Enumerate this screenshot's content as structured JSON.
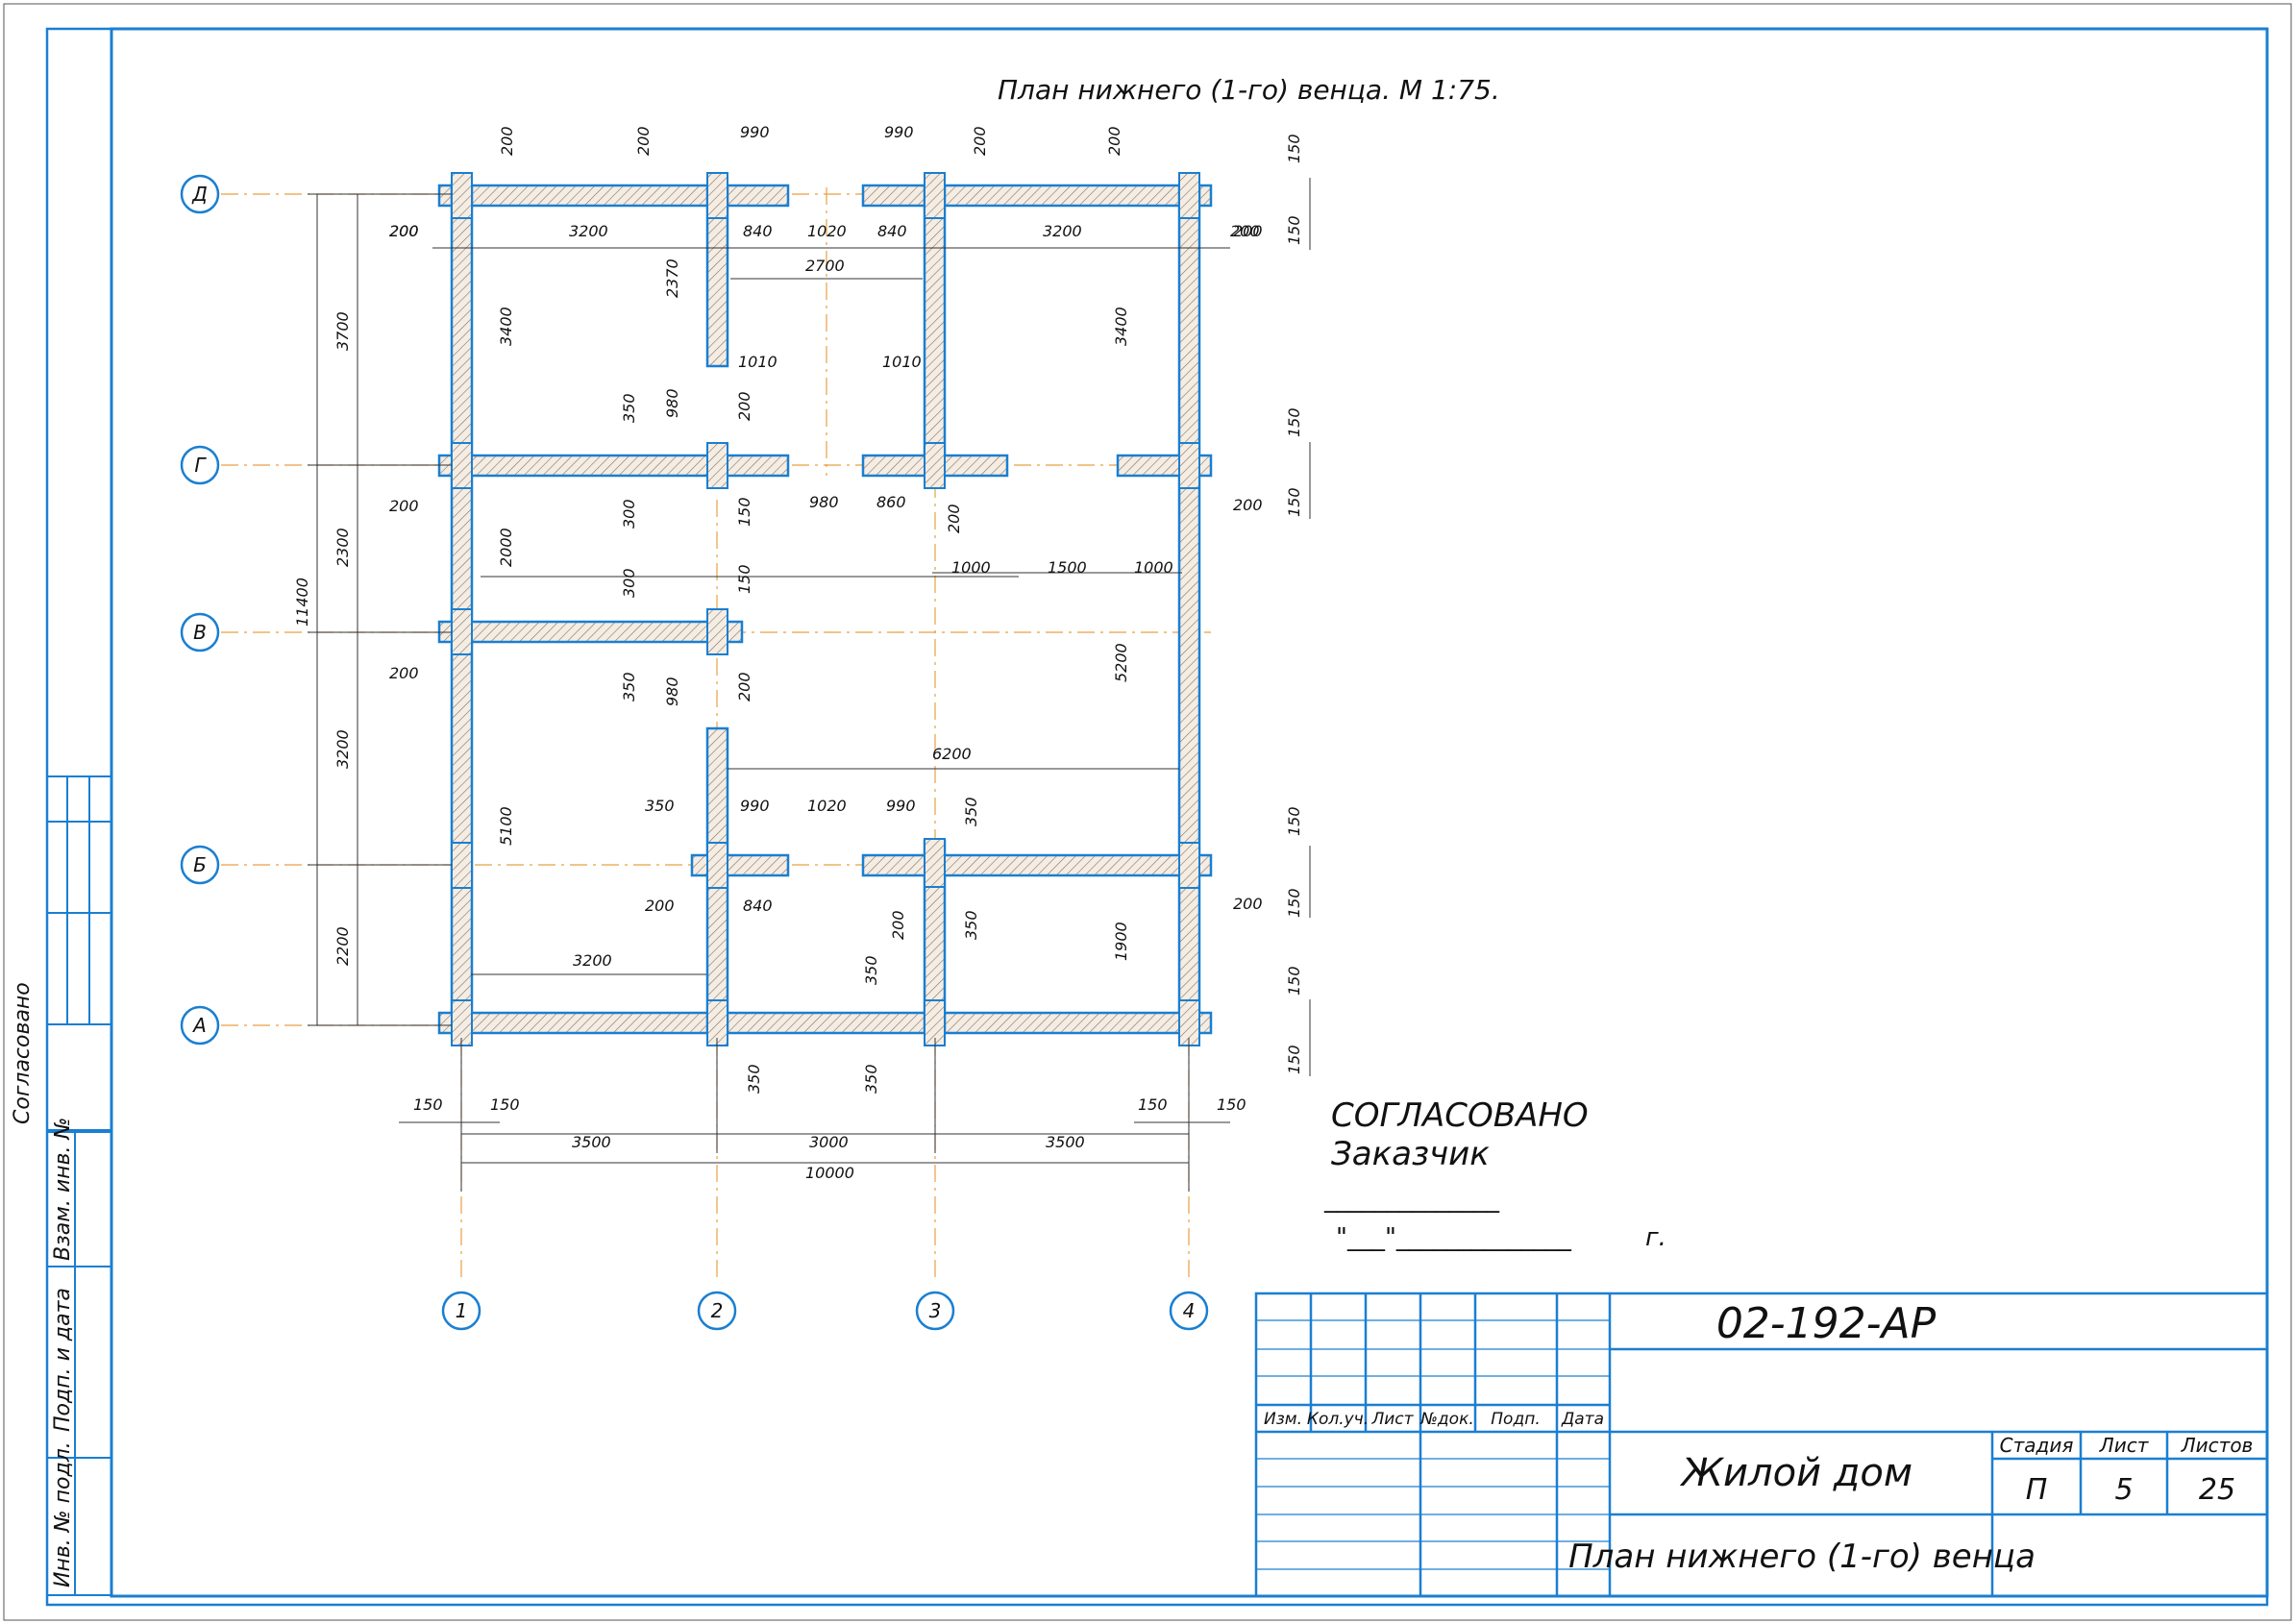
{
  "drawing_title": "План нижнего (1-го) венца. М 1:75.",
  "axes": {
    "rows": [
      "Д",
      "Г",
      "В",
      "Б",
      "А"
    ],
    "columns": [
      "1",
      "2",
      "3",
      "4"
    ]
  },
  "dimensions": {
    "left_outer": "11400",
    "left_inner": [
      "3700",
      "2300",
      "3200",
      "2200"
    ],
    "bottom_spans": [
      "3500",
      "3000",
      "3500"
    ],
    "bottom_total": "10000",
    "bottom_offsets": [
      "150",
      "150",
      "150",
      "150"
    ],
    "top_row": [
      "200",
      "200",
      "990",
      "990",
      "200",
      "200"
    ],
    "row_d": [
      "200",
      "3200",
      "840",
      "1020",
      "840",
      "3200",
      "200"
    ],
    "misc": [
      "2700",
      "2370",
      "3400",
      "3400",
      "1010",
      "1010",
      "350",
      "980",
      "200",
      "300",
      "150",
      "980",
      "860",
      "200",
      "200",
      "1000",
      "1500",
      "1000",
      "2000",
      "5200",
      "300",
      "150",
      "350",
      "980",
      "200",
      "200",
      "6200",
      "350",
      "990",
      "1020",
      "990",
      "350",
      "200",
      "840",
      "5100",
      "200",
      "350",
      "3200",
      "350",
      "1900",
      "350",
      "350",
      "150",
      "150",
      "150",
      "150",
      "150",
      "150",
      "150",
      "150",
      "200",
      "200",
      "200",
      "200"
    ]
  },
  "approval": {
    "title": "СОГЛАСОВАНО",
    "subtitle": "Заказчик",
    "line1": "______________",
    "date_line": "\"___\"______________",
    "year_suffix": "г."
  },
  "side_stamp": {
    "agreed": "Согласовано",
    "inv_vzam": "Взам. инв. №",
    "sign_date": "Подп. и дата",
    "inv_podl": "Инв. № подл."
  },
  "title_block": {
    "doc_code": "02-192-АР",
    "headers": [
      "Изм.",
      "Кол.уч.",
      "Лист",
      "№док.",
      "Подп.",
      "Дата"
    ],
    "project": "Жилой дом",
    "sheet_name": "План нижнего (1-го) венца",
    "stage_label": "Стадия",
    "sheet_label": "Лист",
    "sheets_label": "Листов",
    "stage": "П",
    "sheet": "5",
    "sheets": "25"
  },
  "colors": {
    "frame": "#1a7fd1",
    "wall_outline": "#1a7fd1",
    "hatch": "#8a7060",
    "wall_fill": "#f4ede4",
    "axis_line": "#e8a040",
    "ink": "#111111"
  }
}
